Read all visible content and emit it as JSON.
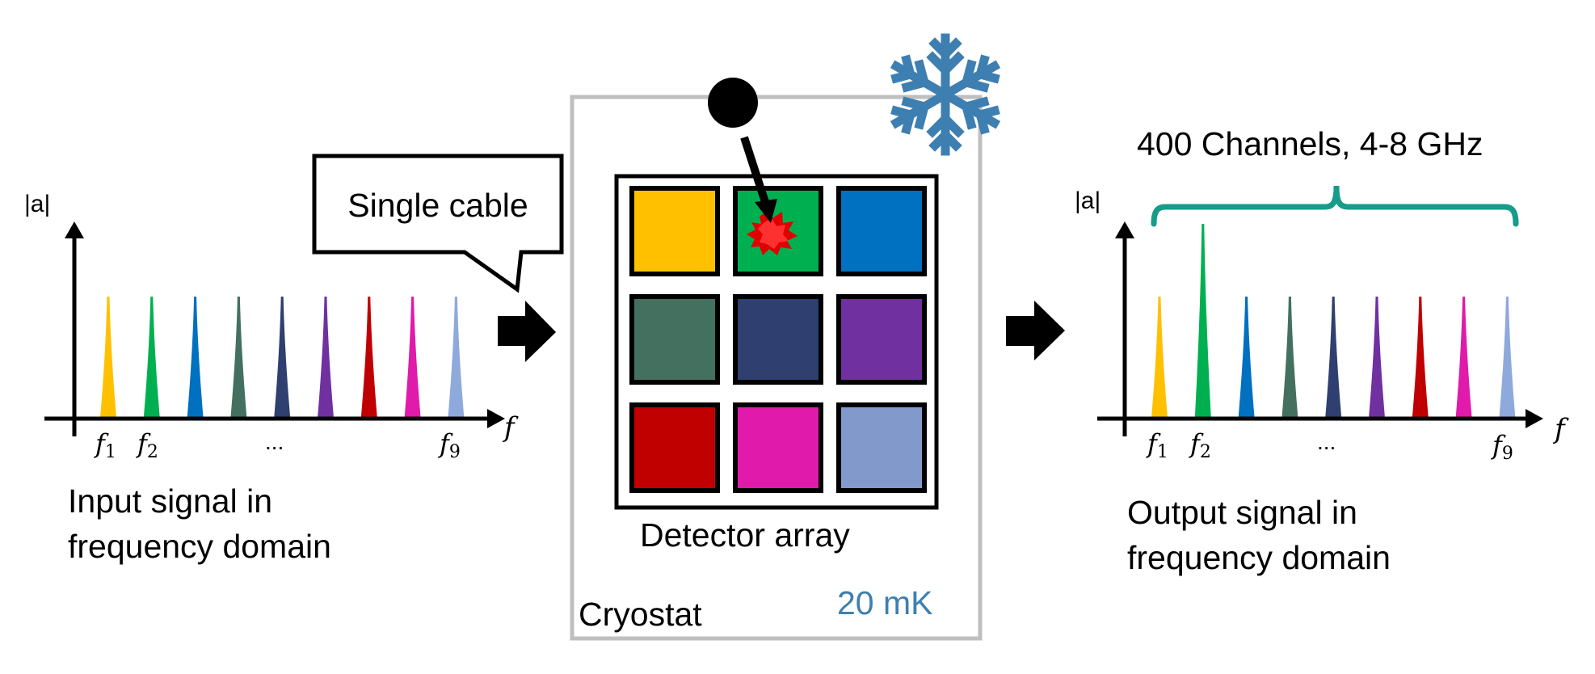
{
  "input_panel": {
    "y_axis_label": "|a|",
    "x_axis_label": "f",
    "tick_f1": "f",
    "tick_f1_sub": "1",
    "tick_f2": "f",
    "tick_f2_sub": "2",
    "tick_ellipsis": "...",
    "tick_f9": "f",
    "tick_f9_sub": "9",
    "caption_line1": "Input signal in",
    "caption_line2": "frequency domain",
    "peak_colors": [
      "#FFC000",
      "#00B050",
      "#0070C0",
      "#44705F",
      "#2F3F6F",
      "#7030A0",
      "#C00000",
      "#E01AAA",
      "#8EA9DB"
    ],
    "peak_heights": [
      1,
      1,
      1,
      1,
      1,
      1,
      1,
      1,
      1
    ]
  },
  "callout": {
    "text": "Single cable"
  },
  "cryostat": {
    "label": "Cryostat",
    "temperature": "20 mK",
    "temperature_color": "#3E7FB1",
    "detector_label": "Detector array",
    "pixel_colors": [
      "#FFC000",
      "#00B050",
      "#0070C0",
      "#44705F",
      "#2F3F6F",
      "#7030A0",
      "#C00000",
      "#E01AAA",
      "#8299CC"
    ],
    "hit_pixel_index": 1,
    "snowflake_color": "#3E7FB1"
  },
  "output_panel": {
    "bracket_label": "400 Channels, 4-8 GHz",
    "bracket_color": "#179C8A",
    "y_axis_label": "|a|",
    "x_axis_label": "f",
    "tick_f1": "f",
    "tick_f1_sub": "1",
    "tick_f2": "f",
    "tick_f2_sub": "2",
    "tick_ellipsis": "...",
    "tick_f9": "f",
    "tick_f9_sub": "9",
    "caption_line1": "Output signal in",
    "caption_line2": "frequency domain",
    "peak_colors": [
      "#FFC000",
      "#00B050",
      "#0070C0",
      "#44705F",
      "#2F3F6F",
      "#7030A0",
      "#C00000",
      "#E01AAA",
      "#8EA9DB"
    ],
    "peak_heights": [
      1,
      1.6,
      1,
      1,
      1,
      1,
      1,
      1,
      1
    ]
  }
}
